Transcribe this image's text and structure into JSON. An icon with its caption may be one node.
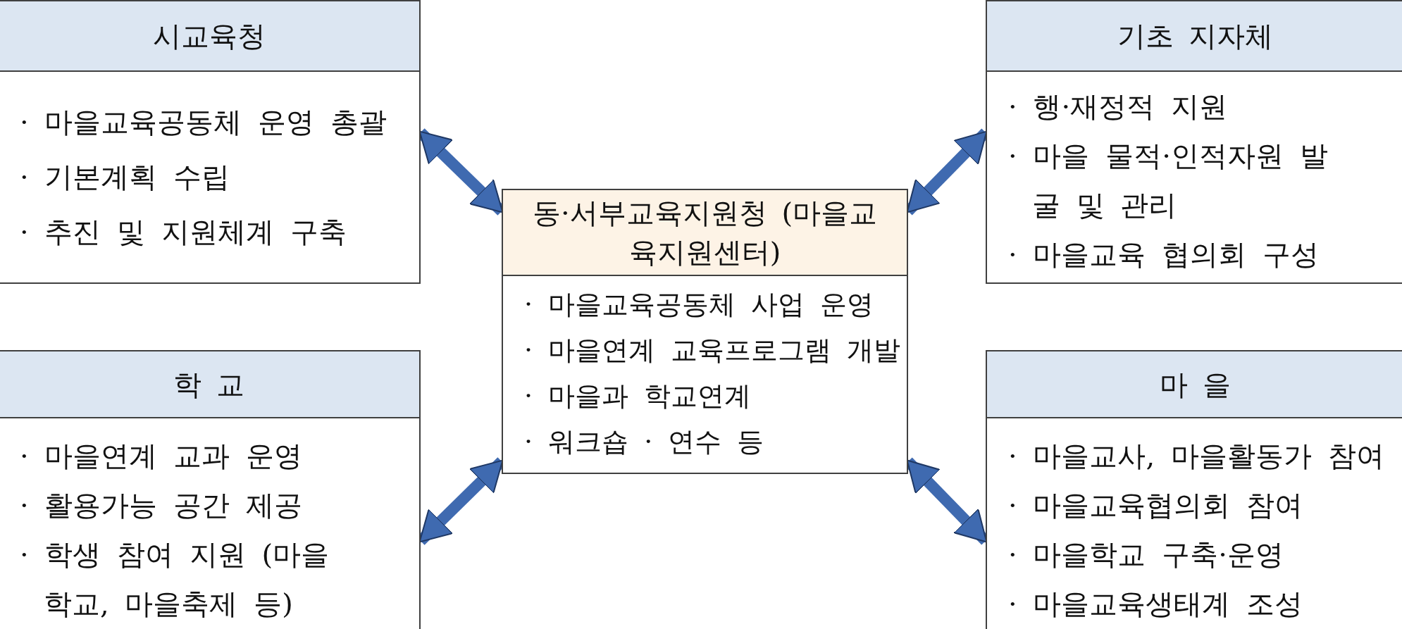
{
  "diagram": {
    "nodes": [
      {
        "text": [
          "시교육청",
          "· 마을교육공동체 운영 총괄",
          "· 기본계획 수립",
          "· 추진 및 지원체계 구축"
        ]
      },
      {
        "text": [
          "기초 지자체",
          "· 행·재정적 지원",
          "· 마을 물적·인적자원 발굴 및 관리",
          "· 마을교육 협의회 구성"
        ]
      },
      {
        "text": [
          "동·서부교육지원청 (마을교육지원센터)",
          "· 마을교육공동체 사업 운영",
          "· 마을연계 교육프로그램 개발",
          "· 마을과 학교연계",
          "· 워크숍 · 연수 등"
        ]
      },
      {
        "text": [
          "학 교",
          "· 마을연계 교과 운영",
          "· 활용가능 공간 제공",
          "· 학생 참여 지원 (마을학교, 마을축제 등)"
        ]
      },
      {
        "text": [
          "마 을",
          "· 마을교사, 마을활동가 참여",
          "· 마을교육협의회 참여",
          "· 마을학교 구축·운영",
          "· 마을교육생태계 조성"
        ]
      }
    ],
    "edges": [
      {
        "from": 2,
        "to": 0,
        "arrow": "both"
      },
      {
        "from": 2,
        "to": 1,
        "arrow": "both"
      },
      {
        "from": 2,
        "to": 3,
        "arrow": "both"
      },
      {
        "from": 2,
        "to": 4,
        "arrow": "both"
      }
    ]
  }
}
